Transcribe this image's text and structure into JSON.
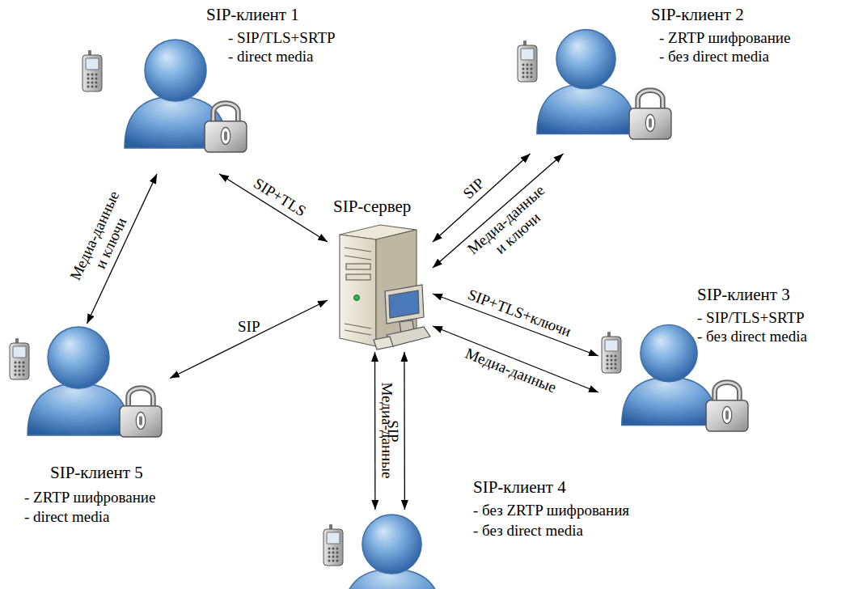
{
  "diagram": {
    "nodes": [
      {
        "text": [
          "SIP-клиент 1",
          "- SIP/TLS+SRTP",
          "- direct media"
        ]
      },
      {
        "text": [
          "SIP-клиент 2",
          "- ZRTP шифрование",
          "- без direct media"
        ]
      },
      {
        "text": [
          "SIP-сервер"
        ]
      },
      {
        "text": [
          "SIP-клиент 3",
          "- SIP/TLS+SRTP",
          "- без direct media"
        ]
      },
      {
        "text": [
          "SIP-клиент 5",
          "- ZRTP шифрование",
          "- direct media"
        ]
      },
      {
        "text": [
          "SIP-клиент 4",
          "- без ZRTP шифрования",
          "- без direct media"
        ]
      }
    ],
    "edges": [
      {
        "from": 0,
        "to": 2,
        "label": "SIP+TLS",
        "arrow": "both"
      },
      {
        "from": 0,
        "to": 4,
        "label": "Медиа-данные и ключи",
        "arrow": "both"
      },
      {
        "from": 1,
        "to": 2,
        "label": "SIP",
        "arrow": "both"
      },
      {
        "from": 1,
        "to": 2,
        "label": "Медиа-данные и ключи",
        "arrow": "both"
      },
      {
        "from": 3,
        "to": 2,
        "label": "SIP+TLS+ключи",
        "arrow": "both"
      },
      {
        "from": 3,
        "to": 2,
        "label": "Медиа-данные",
        "arrow": "both"
      },
      {
        "from": 4,
        "to": 2,
        "label": "SIP",
        "arrow": "both"
      },
      {
        "from": 5,
        "to": 2,
        "label": "Медиа-данные",
        "arrow": "both"
      },
      {
        "from": 5,
        "to": 2,
        "label": "SIP",
        "arrow": "both"
      }
    ]
  }
}
